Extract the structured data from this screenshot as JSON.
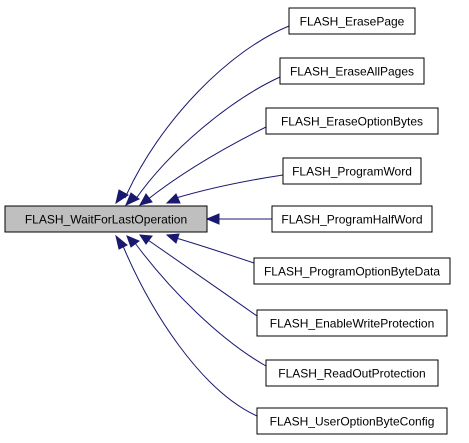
{
  "graph": {
    "root": "FLASH_WaitForLastOperation",
    "callers": [
      "FLASH_ErasePage",
      "FLASH_EraseAllPages",
      "FLASH_EraseOptionBytes",
      "FLASH_ProgramWord",
      "FLASH_ProgramHalfWord",
      "FLASH_ProgramOptionByteData",
      "FLASH_EnableWriteProtection",
      "FLASH_ReadOutProtection",
      "FLASH_UserOptionByteConfig"
    ]
  },
  "colors": {
    "edge": "#191970",
    "root_fill": "#bfbfbf",
    "node_fill": "#ffffff",
    "border": "#000000"
  }
}
